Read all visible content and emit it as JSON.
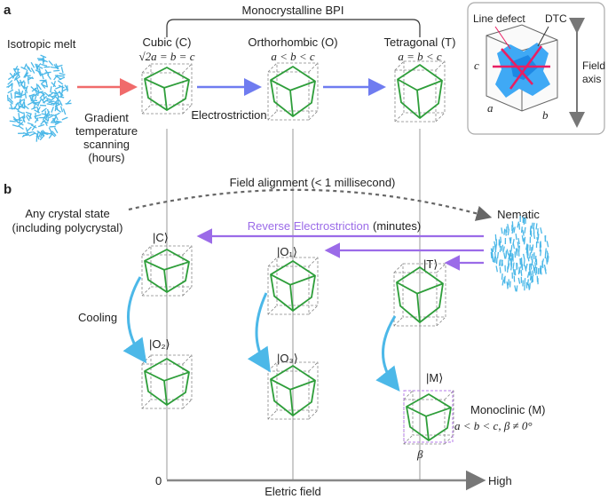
{
  "panel_a": {
    "letter": "a",
    "isotropic_label": "Isotropic melt",
    "process_1": [
      "Gradient",
      "temperature",
      "scanning",
      "(hours)"
    ],
    "process_2": "Electrostriction",
    "monocrystalline_label": "Monocrystalline BPI",
    "cubic_name": "Cubic (C)",
    "cubic_rel": "√2a = b = c",
    "ortho_name": "Orthorhombic (O)",
    "ortho_rel": "a < b < c",
    "tetra_name": "Tetragonal (T)",
    "tetra_rel": "a = b < c",
    "inset": {
      "line_defect": "Line defect",
      "dtc": "DTC",
      "axis_a": "a",
      "axis_b": "b",
      "axis_c": "c",
      "field_label": [
        "Field",
        "axis"
      ]
    }
  },
  "panel_b": {
    "letter": "b",
    "field_alignment": "Field alignment  (< 1 millisecond)",
    "any_crystal": [
      "Any crystal state",
      "(including polycrystal)"
    ],
    "nematic": "Nematic",
    "reverse_electrostriction": "Reverse Electrostriction",
    "reverse_time": "(minutes)",
    "cooling": "Cooling",
    "state_c": "|C⟩",
    "state_o1": "|O₁⟩",
    "state_t": "|T⟩",
    "state_o2": "|O₂⟩",
    "state_o3": "|O₃⟩",
    "state_m": "|M⟩",
    "monoclinic_name": "Monoclinic (M)",
    "monoclinic_rel": "a < b < c, β ≠ 0°",
    "beta": "β",
    "axis_zero": "0",
    "axis_high": "High",
    "axis_title": "Eletric field"
  },
  "colors": {
    "green": "#2e9e3a",
    "blue_arrow": "#6f7cf0",
    "red_arrow": "#f06b6b",
    "purple": "#9b6be8",
    "cyan": "#4cb8e8",
    "gray": "#bbbbbb"
  }
}
